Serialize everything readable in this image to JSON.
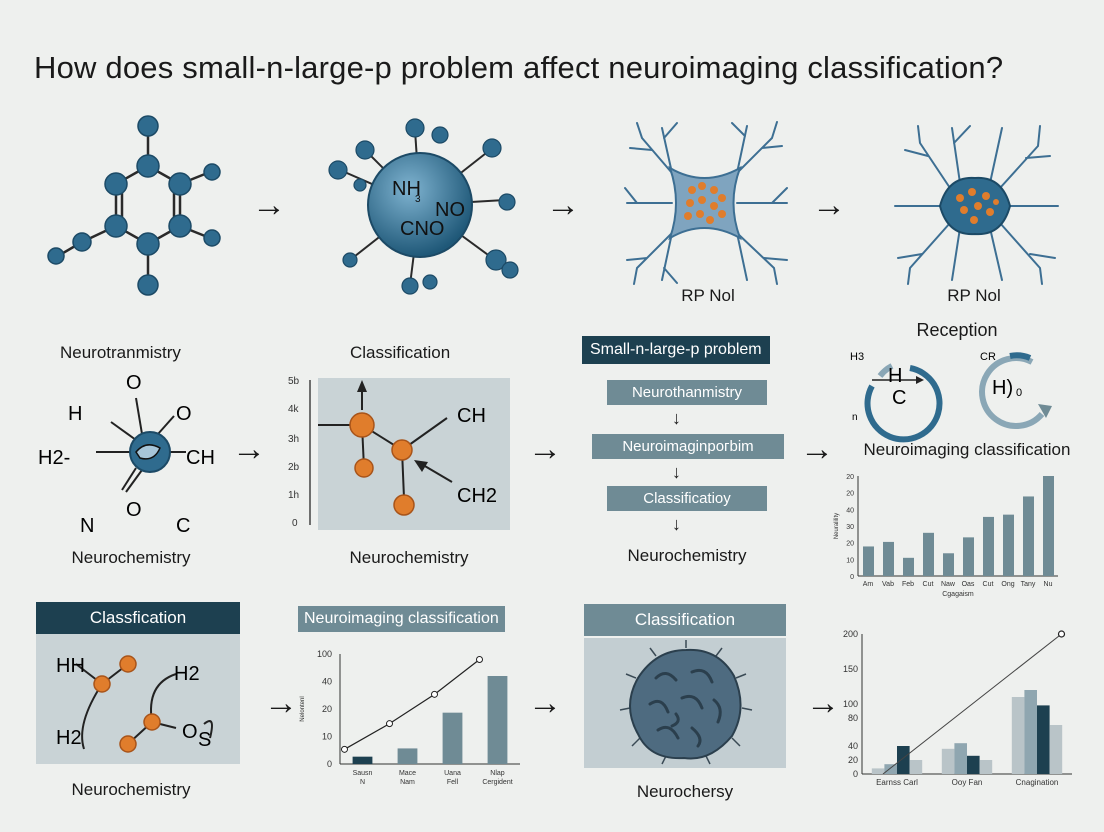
{
  "title": "How does small-n-large-p problem affect neuroimaging classification?",
  "row1": {
    "label1": "Neurotranmistry",
    "label2": "Classification",
    "caption3": "RP Nol",
    "caption4": "RP Nol",
    "molecule_text": [
      "NH",
      "3",
      "NO",
      "CNO"
    ]
  },
  "row2": {
    "chem1": {
      "atoms": [
        "O",
        "H",
        "O",
        "H2-",
        "CH",
        "N",
        "O",
        "C"
      ],
      "label": "Neurochemistry"
    },
    "chem2": {
      "atoms": [
        "CH",
        "CH2"
      ],
      "ticks": [
        "5b",
        "4k",
        "3h",
        "2b",
        "1h",
        "0"
      ],
      "label": "Neurochemistry"
    },
    "flow": {
      "header": "Small-n-large-p problem",
      "steps": [
        "Neurothanmistry",
        "Neuroimaginpогbim",
        "Classificatioy"
      ],
      "label": "Neurochemistry"
    },
    "reception": {
      "title": "Reception",
      "left_text": [
        "H3",
        "H",
        "C",
        "n"
      ],
      "right_text": [
        "CR",
        "H)",
        "0"
      ],
      "label": "Neuroimaging classification"
    }
  },
  "chart_data": [
    {
      "type": "bar",
      "categories": [
        "Am",
        "Vab",
        "Feb",
        "Cut",
        "Naw",
        "Oas",
        "Cut",
        "Ong",
        "Tany",
        "Nu"
      ],
      "values": [
        6.5,
        7.5,
        4,
        9.5,
        5,
        8.5,
        13,
        13.5,
        17.5,
        22
      ],
      "ylim": [
        0,
        22
      ],
      "yticks": [
        "0",
        "10",
        "20",
        "30",
        "40",
        "20",
        "20"
      ],
      "ylabel": "Neuralility",
      "xlabel": "Cgagaism"
    },
    {
      "type": "bar",
      "categories": [
        "Sausn N",
        "Mace Nam",
        "Uana Fell",
        "Nlap Cergident"
      ],
      "values": [
        4,
        8.5,
        28,
        48
      ],
      "line": [
        8,
        22,
        38,
        57
      ],
      "ylim": [
        0,
        60
      ],
      "yticks": [
        "0",
        "10",
        "20",
        "40",
        "100"
      ],
      "ylabel": "Nelontenl",
      "title": "Neuroimaging classification"
    },
    {
      "type": "bar",
      "groups": [
        "Earnss Carl",
        "Ooy Fan",
        "Cnagination"
      ],
      "series": [
        {
          "values": [
            8,
            36,
            110
          ]
        },
        {
          "values": [
            14,
            44,
            120
          ]
        },
        {
          "values": [
            40,
            26,
            98
          ]
        },
        {
          "values": [
            20,
            20,
            70
          ]
        }
      ],
      "line_points": [
        [
          0.1,
          0
        ],
        [
          0.95,
          200
        ]
      ],
      "ylim": [
        0,
        200
      ],
      "yticks": [
        "0",
        "20",
        "40",
        "80",
        "100",
        "150",
        "200"
      ]
    }
  ],
  "row3": {
    "panel1": {
      "header": "Classfication",
      "atoms": [
        "HH",
        "H2",
        "H2",
        "O",
        "S"
      ],
      "label": "Neurochemistry"
    },
    "panel3": {
      "header": "Classification",
      "label": "Neurochersy"
    }
  },
  "colors": {
    "accent_blue": "#2e6f92",
    "orange": "#e07d2c",
    "dark_teal": "#1d4050",
    "slate": "#6f8b95"
  }
}
